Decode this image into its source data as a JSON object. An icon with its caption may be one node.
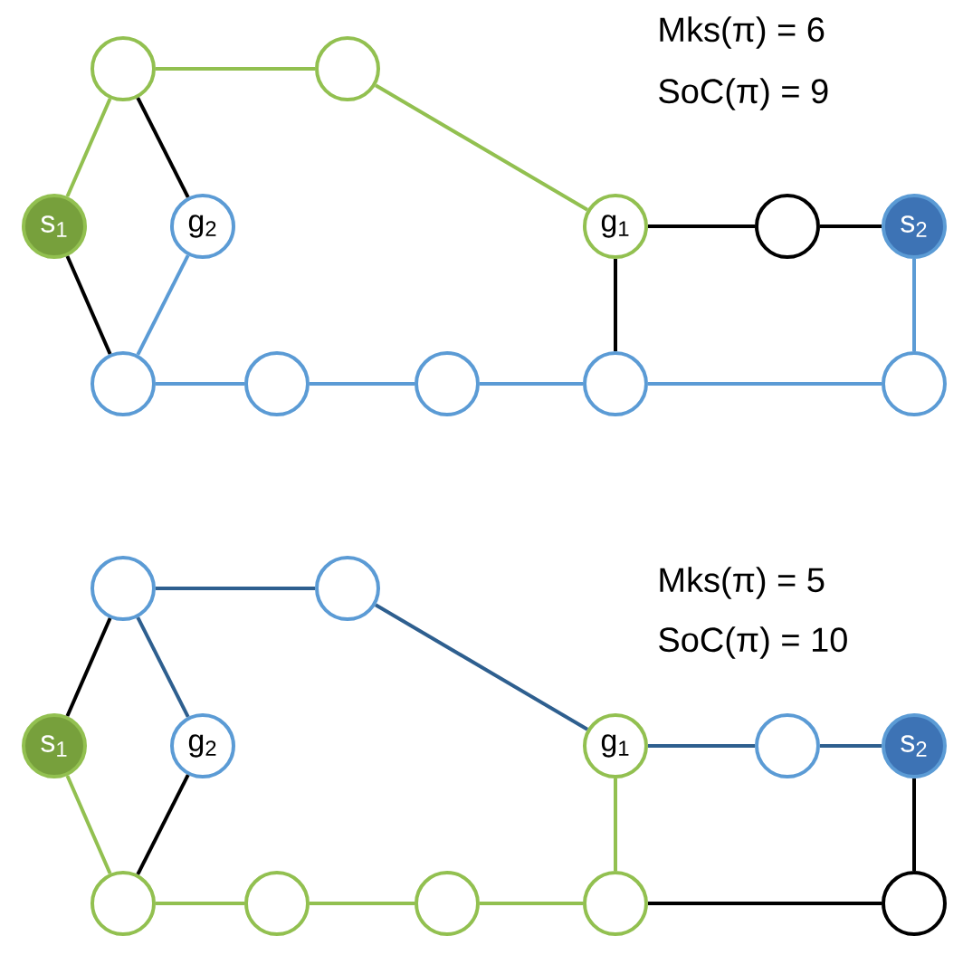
{
  "diagram": {
    "nodes": [
      {
        "text": [],
        "shape": "circle"
      },
      {
        "text": [],
        "shape": "circle"
      },
      {
        "text": [
          "s$_{1}$"
        ]
      },
      {
        "text": [
          "g$_{2}$"
        ]
      },
      {
        "text": [
          "g$_{1}$"
        ]
      },
      {
        "text": [],
        "shape": "circle"
      },
      {
        "text": [
          "s$_{2}$"
        ]
      },
      {
        "text": [],
        "shape": "circle"
      },
      {
        "text": [],
        "shape": "circle"
      },
      {
        "text": [],
        "shape": "circle"
      },
      {
        "text": [],
        "shape": "circle"
      },
      {
        "text": [],
        "shape": "circle"
      },
      {
        "text": [],
        "shape": "circle"
      },
      {
        "text": [],
        "shape": "circle"
      },
      {
        "text": [
          "s$_{1}$"
        ]
      },
      {
        "text": [
          "g$_{2}$"
        ]
      },
      {
        "text": [
          "g$_{1}$"
        ]
      },
      {
        "text": [],
        "shape": "circle"
      },
      {
        "text": [
          "s$_{2}$"
        ]
      },
      {
        "text": [],
        "shape": "circle"
      },
      {
        "text": [],
        "shape": "circle"
      },
      {
        "text": [],
        "shape": "circle"
      },
      {
        "text": [],
        "shape": "circle"
      },
      {
        "text": [],
        "shape": "circle"
      }
    ],
    "edges": [
      {
        "from": 2,
        "to": 0,
        "arrow": "none",
        "color": "#92c050"
      },
      {
        "from": 0,
        "to": 1,
        "arrow": "none",
        "color": "#92c050"
      },
      {
        "from": 1,
        "to": 4,
        "arrow": "none",
        "color": "#92c050"
      },
      {
        "from": 0,
        "to": 3,
        "arrow": "none",
        "color": "#000000"
      },
      {
        "from": 2,
        "to": 7,
        "arrow": "none",
        "color": "#000000"
      },
      {
        "from": 3,
        "to": 7,
        "arrow": "none",
        "color": "#5b9bd5"
      },
      {
        "from": 7,
        "to": 8,
        "arrow": "none",
        "color": "#5b9bd5"
      },
      {
        "from": 8,
        "to": 9,
        "arrow": "none",
        "color": "#5b9bd5"
      },
      {
        "from": 9,
        "to": 10,
        "arrow": "none",
        "color": "#5b9bd5"
      },
      {
        "from": 10,
        "to": 11,
        "arrow": "none",
        "color": "#5b9bd5"
      },
      {
        "from": 11,
        "to": 6,
        "arrow": "none",
        "color": "#5b9bd5"
      },
      {
        "from": 4,
        "to": 5,
        "arrow": "none",
        "color": "#000000"
      },
      {
        "from": 5,
        "to": 6,
        "arrow": "none",
        "color": "#000000"
      },
      {
        "from": 4,
        "to": 10,
        "arrow": "none",
        "color": "#000000"
      },
      {
        "from": 14,
        "to": 12,
        "arrow": "none",
        "color": "#000000"
      },
      {
        "from": 12,
        "to": 13,
        "arrow": "none",
        "color": "#2e5f8f"
      },
      {
        "from": 13,
        "to": 16,
        "arrow": "none",
        "color": "#2e5f8f"
      },
      {
        "from": 12,
        "to": 15,
        "arrow": "none",
        "color": "#2e5f8f"
      },
      {
        "from": 14,
        "to": 19,
        "arrow": "none",
        "color": "#92c050"
      },
      {
        "from": 15,
        "to": 19,
        "arrow": "none",
        "color": "#000000"
      },
      {
        "from": 19,
        "to": 20,
        "arrow": "none",
        "color": "#92c050"
      },
      {
        "from": 20,
        "to": 21,
        "arrow": "none",
        "color": "#92c050"
      },
      {
        "from": 21,
        "to": 22,
        "arrow": "none",
        "color": "#92c050"
      },
      {
        "from": 22,
        "to": 16,
        "arrow": "none",
        "color": "#92c050"
      },
      {
        "from": 16,
        "to": 17,
        "arrow": "none",
        "color": "#2e5f8f"
      },
      {
        "from": 17,
        "to": 18,
        "arrow": "none",
        "color": "#2e5f8f"
      },
      {
        "from": 18,
        "to": 23,
        "arrow": "none",
        "color": "#000000"
      },
      {
        "from": 22,
        "to": 23,
        "arrow": "none",
        "color": "#000000"
      }
    ],
    "labels": [
      "Mks(π) = 6",
      "SoC(π) = 9",
      "Mks(π) = 5",
      "SoC(π) = 10"
    ]
  }
}
